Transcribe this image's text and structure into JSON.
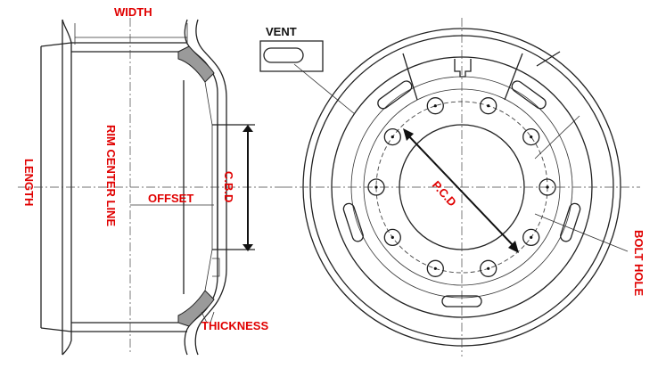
{
  "labels": {
    "width": "WIDTH",
    "vent": "VENT",
    "length": "LENGTH",
    "rim_center_line": "RIM CENTER LINE",
    "offset": "OFFSET",
    "cbd": "C.B.D",
    "pcd": "P.C.D",
    "bolt_hole": "BOLT HOLE",
    "thickness": "THICKNESS"
  },
  "colors": {
    "label_red": "#e00000",
    "label_black": "#111111",
    "line": "#222222",
    "hatch": "#9a9a9a"
  },
  "wheel": {
    "bolt_hole_count": 10,
    "vent_count": 5
  }
}
